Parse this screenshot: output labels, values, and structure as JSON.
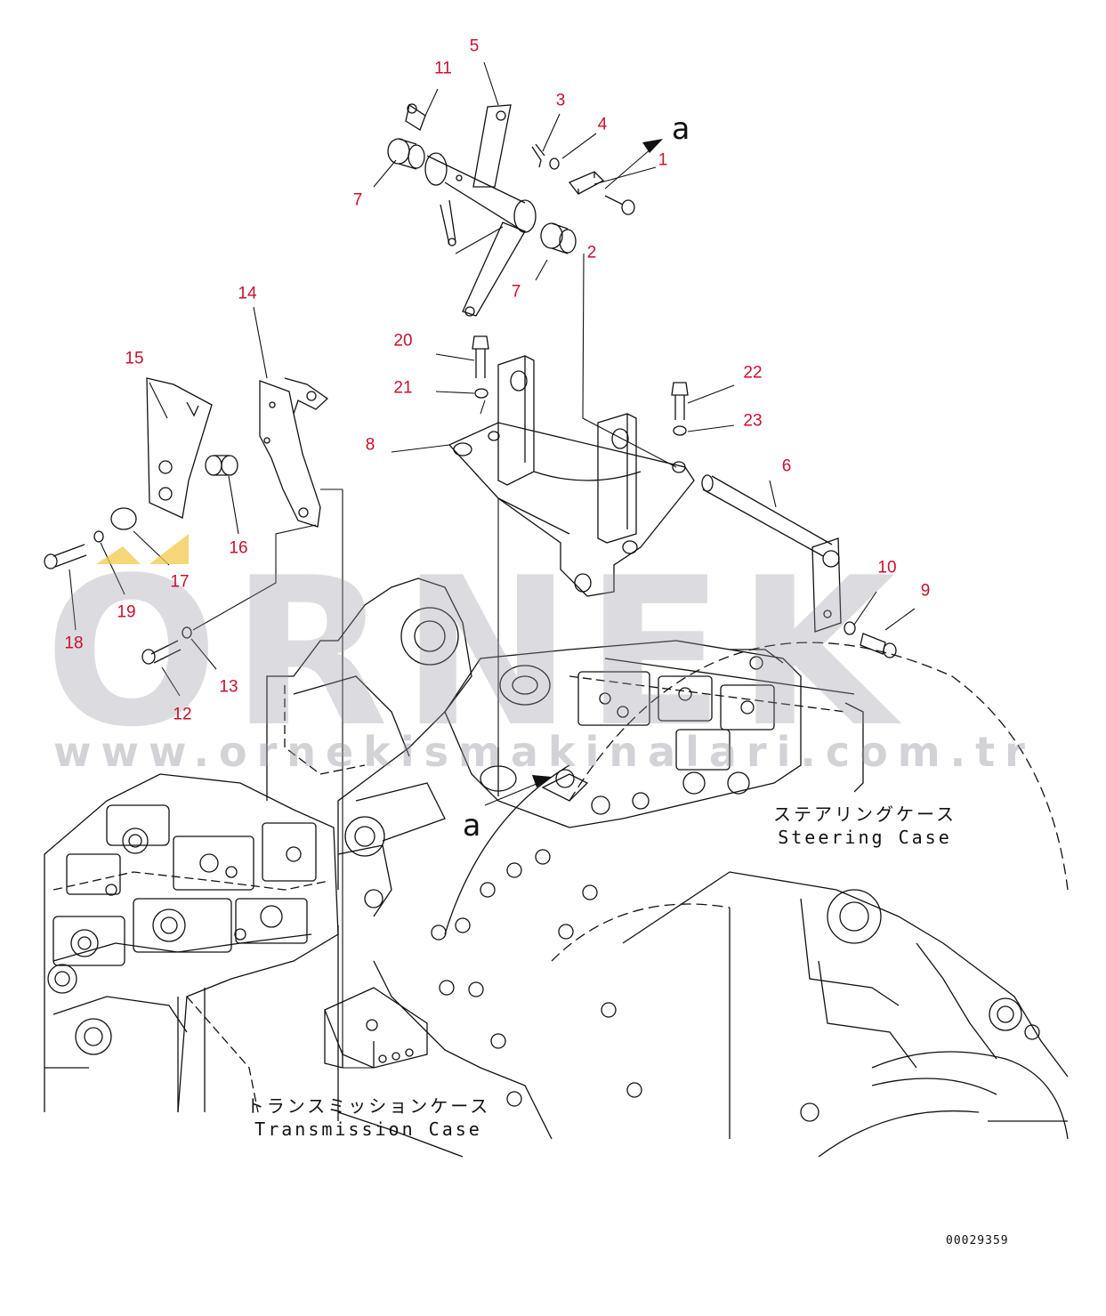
{
  "callouts": [
    {
      "label": "1"
    },
    {
      "label": "2"
    },
    {
      "label": "3"
    },
    {
      "label": "4"
    },
    {
      "label": "5"
    },
    {
      "label": "6"
    },
    {
      "label": "7"
    },
    {
      "label": "7"
    },
    {
      "label": "8"
    },
    {
      "label": "9"
    },
    {
      "label": "10"
    },
    {
      "label": "11"
    },
    {
      "label": "12"
    },
    {
      "label": "13"
    },
    {
      "label": "14"
    },
    {
      "label": "15"
    },
    {
      "label": "16"
    },
    {
      "label": "17"
    },
    {
      "label": "18"
    },
    {
      "label": "19"
    },
    {
      "label": "20"
    },
    {
      "label": "21"
    },
    {
      "label": "22"
    },
    {
      "label": "23"
    }
  ],
  "view_marker": {
    "letter": "a"
  },
  "labels": {
    "steering_case_jp": "ステアリングケース",
    "steering_case_en": "Steering Case",
    "transmission_case_jp": "トランスミッションケース",
    "transmission_case_en": "Transmission Case"
  },
  "drawing_number": "00029359",
  "watermark": {
    "brand": "ORNEK",
    "url": "www.ornekismakinalari.com.tr"
  },
  "colors": {
    "callout": "#c8102e",
    "line": "#111111",
    "watermark": "#9696a0",
    "watermark_mark": "#f2c94c"
  }
}
